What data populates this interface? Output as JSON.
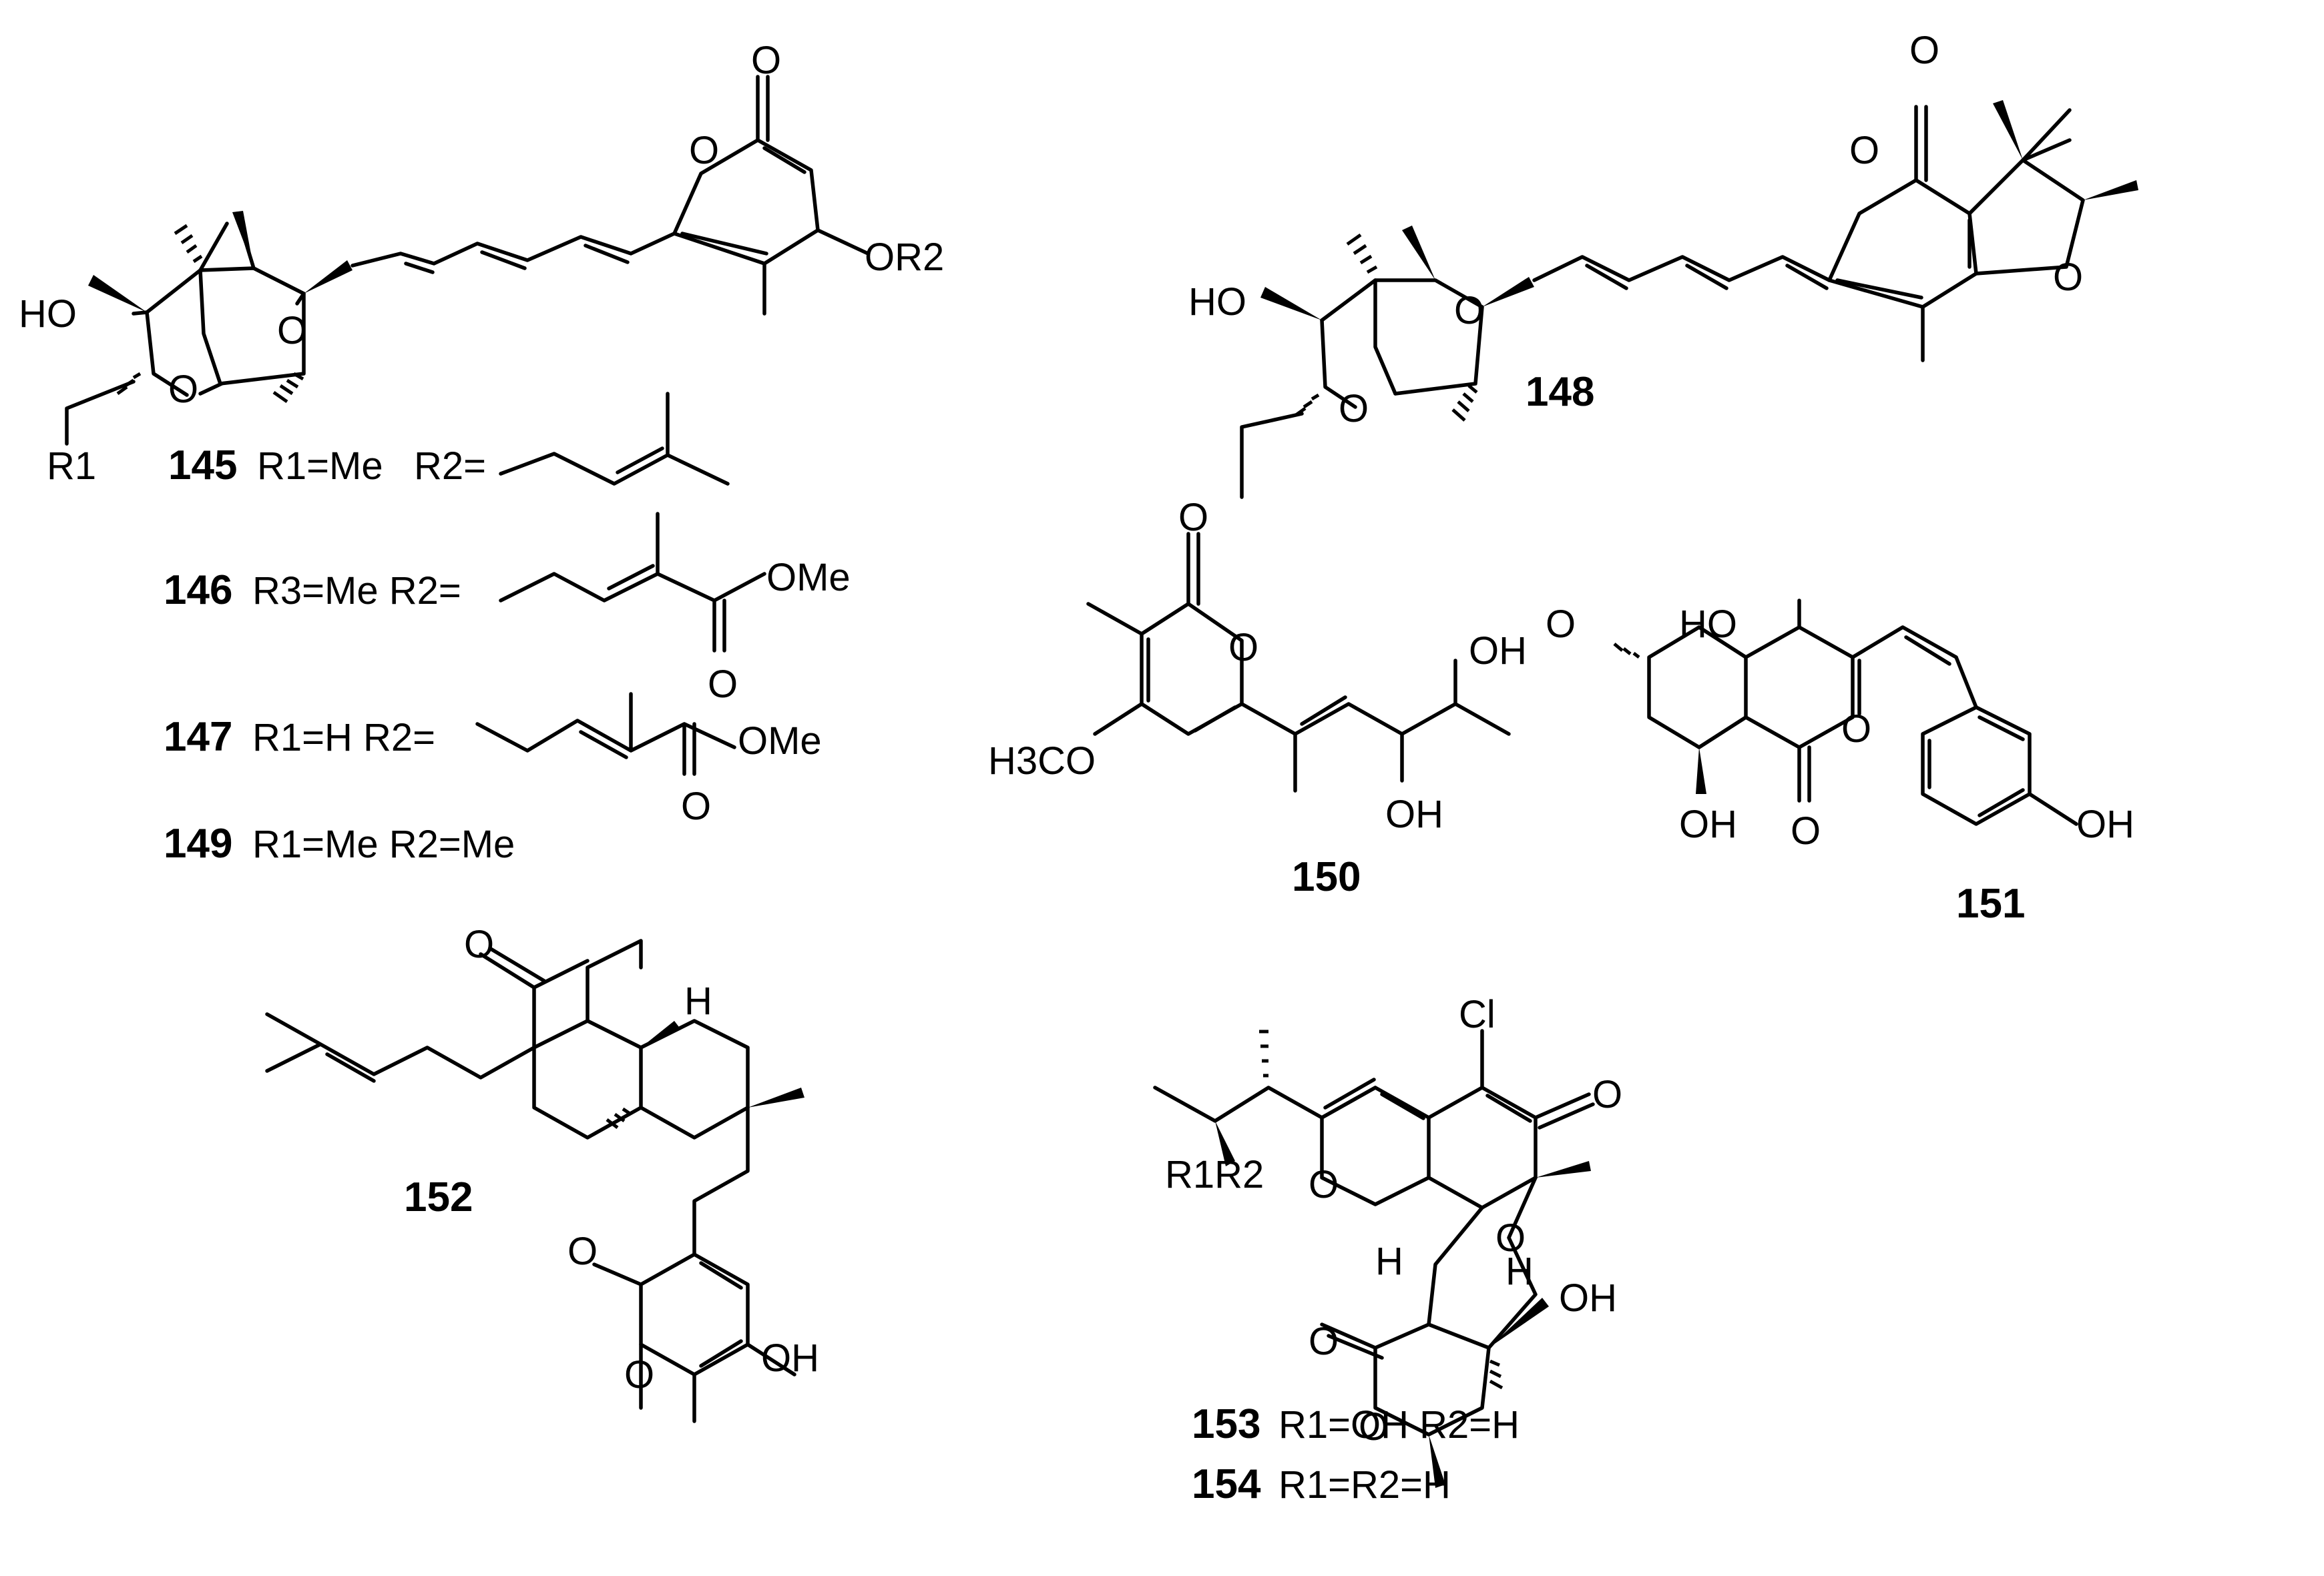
{
  "compounds": {
    "c145": {
      "number": "145",
      "r1_label": "R1=Me",
      "r2_label": "R2=",
      "atoms": {
        "ho": "HO",
        "o_ring1": "O",
        "o_ring2": "O",
        "o_pyrone": "O",
        "o_carbonyl": "O",
        "or2": "OR2",
        "r1": "R1"
      }
    },
    "c146": {
      "number": "146",
      "r_label": "R3=Me R2=",
      "ester": "OMe",
      "o_carbonyl": "O"
    },
    "c147": {
      "number": "147",
      "r_label": "R1=H  R2=",
      "ester": "OMe",
      "o_carbonyl": "O"
    },
    "c148": {
      "number": "148",
      "atoms": {
        "ho": "HO",
        "o_ring1": "O",
        "o_ring2": "O",
        "o_pyrone": "O",
        "o_carbonyl": "O",
        "o_furan": "O"
      }
    },
    "c149": {
      "number": "149",
      "r_label": "R1=Me R2=Me"
    },
    "c150": {
      "number": "150",
      "atoms": {
        "o_carbonyl": "O",
        "o_ring": "O",
        "methoxy": "H3CO",
        "oh1": "OH",
        "oh2": "OH"
      }
    },
    "c151": {
      "number": "151",
      "atoms": {
        "ho": "HO",
        "o_ring1": "O",
        "o_ring2": "O",
        "o_carbonyl": "O",
        "oh1": "OH",
        "oh2": "OH"
      }
    },
    "c152": {
      "number": "152",
      "atoms": {
        "o_ketone": "O",
        "h": "H",
        "o_carbonyl": "O",
        "o_ring": "O",
        "oh": "OH"
      }
    },
    "c153": {
      "number": "153",
      "r_label": "R1=OH R2=H",
      "atoms": {
        "cl": "Cl",
        "o_ketone": "O",
        "r1r2": "R1R2",
        "o_pyran": "O",
        "h1": "H",
        "o_ring": "O",
        "h2": "H",
        "oh": "OH",
        "o_lactone_co": "O",
        "o_lactone": "O"
      }
    },
    "c154": {
      "number": "154",
      "r_label": "R1=R2=H"
    }
  }
}
